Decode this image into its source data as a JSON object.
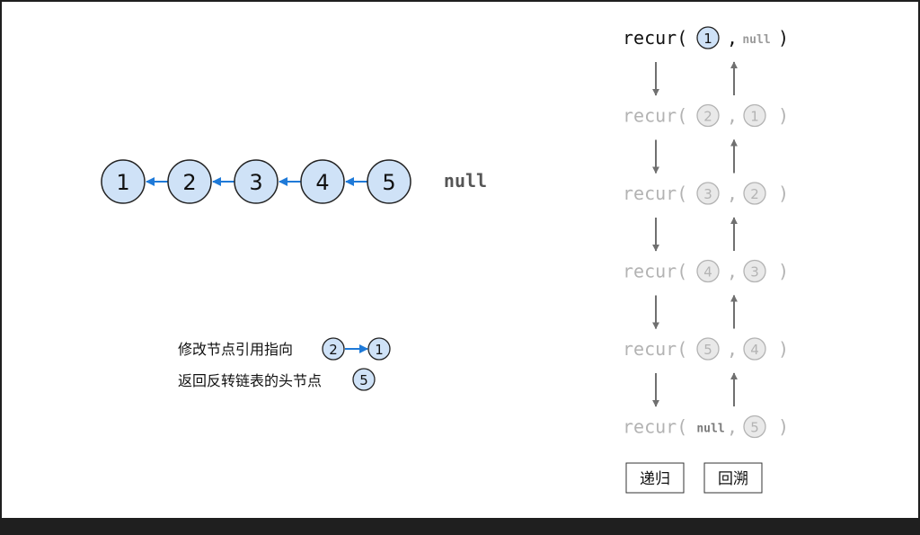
{
  "list": {
    "nodes": [
      "1",
      "2",
      "3",
      "4",
      "5"
    ],
    "null_label": "null"
  },
  "notes": {
    "modify_text": "修改节点引用指向",
    "modify_from": "2",
    "modify_to": "1",
    "return_text": "返回反转链表的头节点",
    "return_node": "5"
  },
  "stack": {
    "func": "recur(",
    "close": ")",
    "comma": ",",
    "calls": [
      {
        "first": "1",
        "second": "null",
        "active": true
      },
      {
        "first": "2",
        "second": "1",
        "active": false
      },
      {
        "first": "3",
        "second": "2",
        "active": false
      },
      {
        "first": "4",
        "second": "3",
        "active": false
      },
      {
        "first": "5",
        "second": "4",
        "active": false
      },
      {
        "first": "null",
        "second": "5",
        "active": false
      }
    ]
  },
  "legend": {
    "recurse": "递归",
    "backtrack": "回溯"
  },
  "colors": {
    "node_fill": "#cfe2f7",
    "node_stroke": "#222222",
    "arrow_blue": "#1f7ad8",
    "inactive_text": "#b3b3b3",
    "inactive_fill": "#e9e9e9",
    "inactive_stroke": "#b3b3b3",
    "stack_arrow": "#707070"
  }
}
